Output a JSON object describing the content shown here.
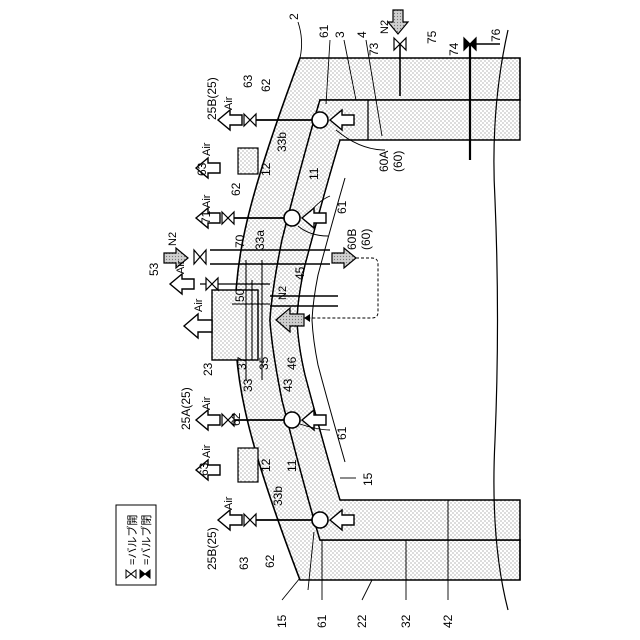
{
  "legend": {
    "open_valve_text": "=バルブ開",
    "closed_valve_text": "=バルブ閉"
  },
  "gas": {
    "air": "Air",
    "n2": "N2"
  },
  "labels": {
    "top_ref": "2",
    "wall_outer_top": "61",
    "layer3": "3",
    "layer4": "4",
    "n2_pipe": "73",
    "n2_valve": "75",
    "vent_pipe": "74",
    "vent_valve": "76",
    "valve_upper_right": "63",
    "port_upper_right": "25B(25)",
    "pipe_upper_right": "62",
    "groove_upper": "33b",
    "sensor_60a": "60A",
    "sensor_60a_group": "(60)",
    "outer_band_upper": "12",
    "inner_band_upper": "11",
    "valve_upper_mid": "63",
    "pipe_upper_mid": "62",
    "ring_upper_mid": "61",
    "seal_33a": "33a",
    "sensor_60b": "60B",
    "sensor_60b_group": "(60)",
    "n2_top_valve": "71",
    "n2_top_pipe": "70",
    "port_53": "53",
    "chamber_50": "50",
    "line_45": "45",
    "n2_inner": "N2",
    "port_25a": "25A(25)",
    "wall_23": "23",
    "gap_37": "37",
    "gap_33": "33",
    "gap_35": "35",
    "layer_43": "43",
    "layer_46": "46",
    "pipe_lower_mid": "62",
    "valve_lower_mid": "63",
    "ring_lower_mid": "61",
    "outer_band_lower": "12",
    "inner_band_lower": "11",
    "edge_15_right": "15",
    "groove_lower": "33b",
    "port_lower_left": "25B(25)",
    "valve_lower_left": "63",
    "pipe_lower_left": "62",
    "bottom_15": "15",
    "bottom_61": "61",
    "bottom_22": "22",
    "bottom_32": "32",
    "bottom_42": "42"
  }
}
